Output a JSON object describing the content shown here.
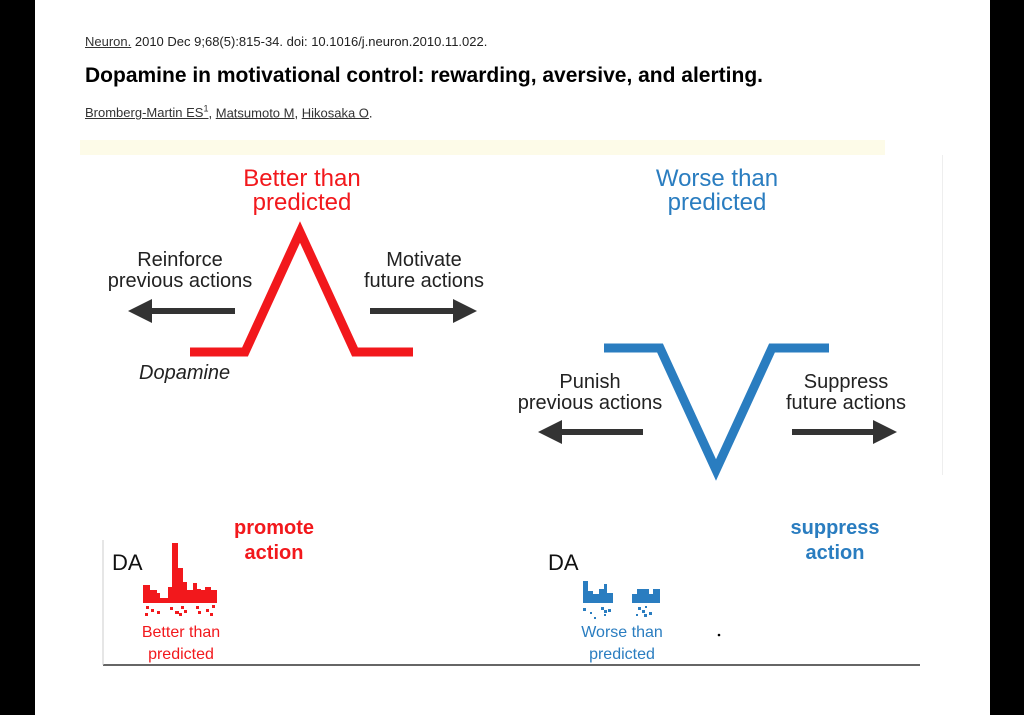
{
  "citation": {
    "journal": "Neuron.",
    "details": " 2010 Dec 9;68(5):815-34. doi: 10.1016/j.neuron.2010.11.022."
  },
  "title": "Dopamine in motivational control: rewarding, aversive, and alerting.",
  "authors": [
    {
      "name": "Bromberg-Martin ES",
      "sup": "1"
    },
    {
      "name": "Matsumoto M"
    },
    {
      "name": "Hikosaka O"
    }
  ],
  "figure": {
    "better": {
      "line1": "Better than",
      "line2": "predicted"
    },
    "worse": {
      "line1": "Worse than",
      "line2": "predicted"
    },
    "reinforce": {
      "line1": "Reinforce",
      "line2": "previous actions"
    },
    "motivate": {
      "line1": "Motivate",
      "line2": "future actions"
    },
    "punish": {
      "line1": "Punish",
      "line2": "previous actions"
    },
    "suppress_future": {
      "line1": "Suppress",
      "line2": "future actions"
    },
    "dopamine": "Dopamine",
    "promote_action": {
      "line1": "promote",
      "line2": "action"
    },
    "suppress_action": {
      "line1": "suppress",
      "line2": "action"
    },
    "da_left": "DA",
    "da_right": "DA",
    "hist_better": {
      "line1": "Better than",
      "line2": "predicted"
    },
    "hist_worse": {
      "line1": "Worse than",
      "line2": "predicted"
    },
    "colors": {
      "red": "#f2181c",
      "blue": "#2a7dc0",
      "arrow": "#333333"
    }
  }
}
